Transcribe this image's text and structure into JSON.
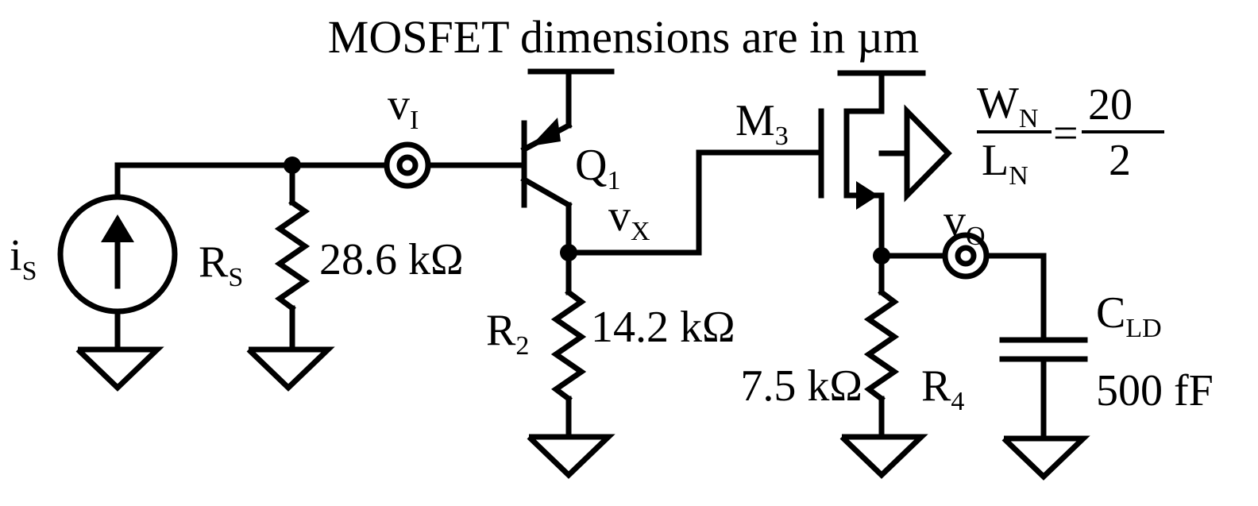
{
  "title": "MOSFET dimensions are in µm",
  "source": {
    "symbol": "i",
    "subscript": "S"
  },
  "nodes": {
    "vi": {
      "symbol": "v",
      "subscript": "I"
    },
    "vx": {
      "symbol": "v",
      "subscript": "X"
    },
    "vo": {
      "symbol": "v",
      "subscript": "O"
    }
  },
  "rs": {
    "symbol": "R",
    "subscript": "S",
    "value": "28.6 kΩ"
  },
  "r2": {
    "symbol": "R",
    "subscript": "2",
    "value": "14.2 kΩ"
  },
  "r4": {
    "symbol": "R",
    "subscript": "4",
    "value": "7.5 kΩ"
  },
  "q1": {
    "symbol": "Q",
    "subscript": "1"
  },
  "m3": {
    "symbol": "M",
    "subscript": "3"
  },
  "cld": {
    "symbol": "C",
    "subscript": "LD",
    "value": "500 fF"
  },
  "ratio": {
    "num_symbol": "W",
    "num_subscript": "N",
    "den_symbol": "L",
    "den_subscript": "N",
    "equals": "=",
    "num_value": "20",
    "den_value": "2"
  }
}
